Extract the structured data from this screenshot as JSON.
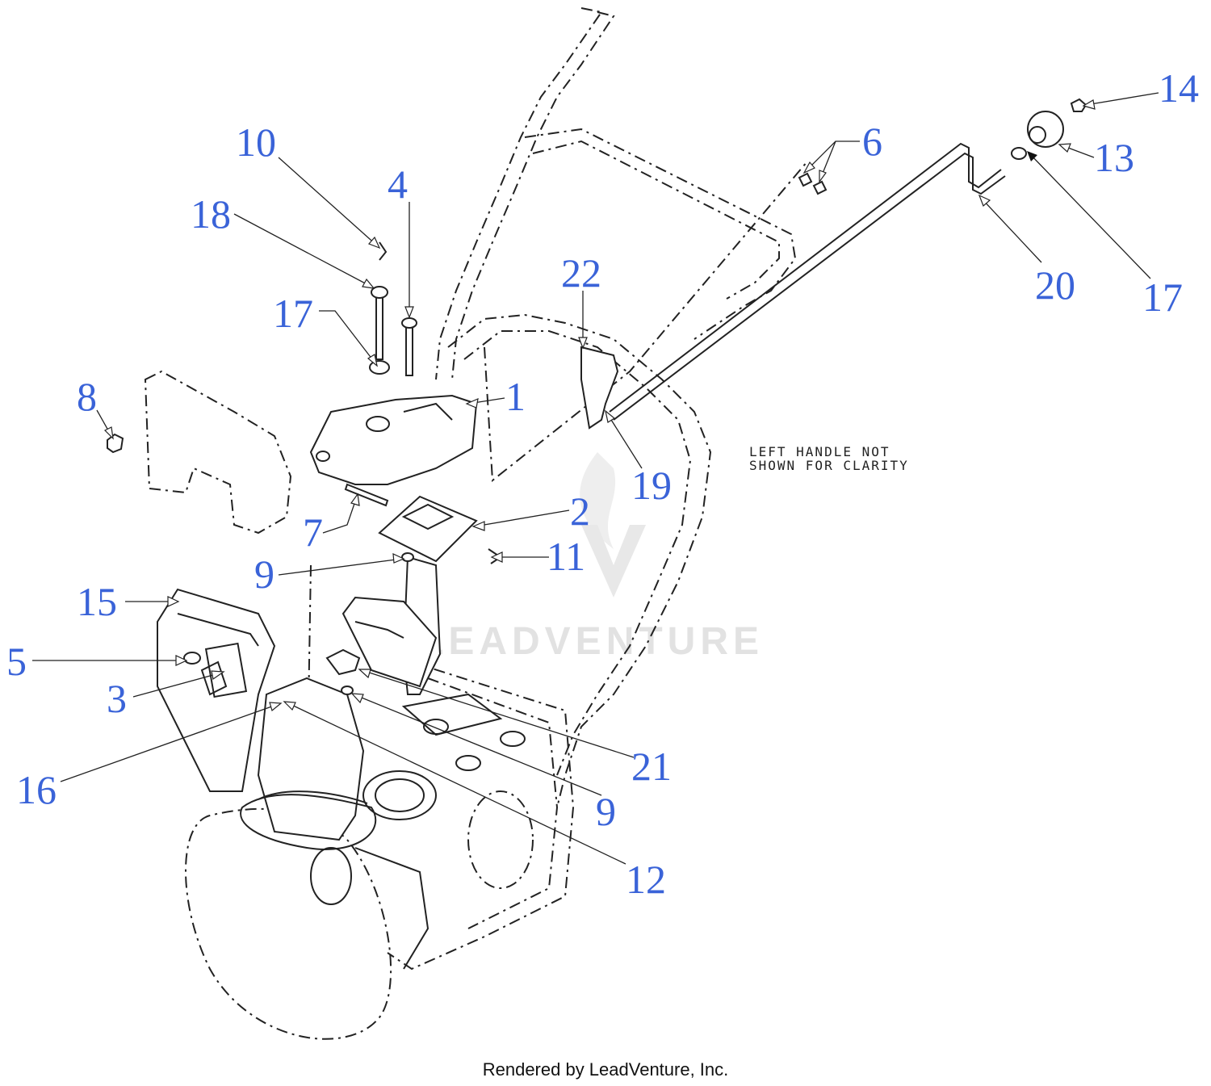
{
  "callouts": {
    "c1": "1",
    "c2": "2",
    "c3": "3",
    "c4": "4",
    "c5": "5",
    "c6": "6",
    "c7": "7",
    "c8": "8",
    "c9a": "9",
    "c9b": "9",
    "c10": "10",
    "c11": "11",
    "c12": "12",
    "c13": "13",
    "c14": "14",
    "c15": "15",
    "c16": "16",
    "c17a": "17",
    "c17b": "17",
    "c18": "18",
    "c19": "19",
    "c20": "20",
    "c21": "21",
    "c22": "22"
  },
  "note": {
    "line1": "LEFT HANDLE NOT",
    "line2": "SHOWN FOR CLARITY"
  },
  "watermark": "LEADVENTURE",
  "footer": "Rendered by LeadVenture, Inc."
}
